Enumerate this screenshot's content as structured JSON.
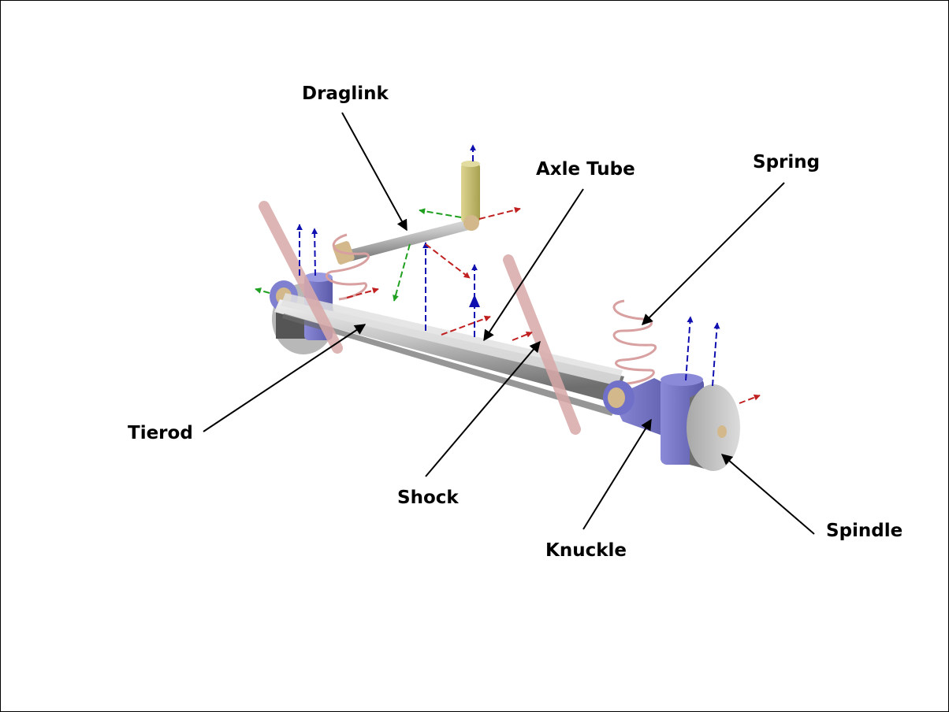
{
  "diagram": {
    "title": "Solid axle front suspension model",
    "labels": [
      {
        "id": "draglink",
        "text": "Draglink"
      },
      {
        "id": "axle-tube",
        "text": "Axle Tube"
      },
      {
        "id": "spring",
        "text": "Spring"
      },
      {
        "id": "tierod",
        "text": "Tierod"
      },
      {
        "id": "shock",
        "text": "Shock"
      },
      {
        "id": "knuckle",
        "text": "Knuckle"
      },
      {
        "id": "spindle",
        "text": "Spindle"
      }
    ],
    "colors": {
      "axle": "#c8c8c8",
      "knuckle": "#7a7ac8",
      "shock": "#d9a9a9",
      "spring": "#d8a0a0",
      "steering_column": "#c8c070",
      "joint": "#d2b88a",
      "frame_z": "#1010b0",
      "frame_x": "#c02020",
      "frame_y": "#20a020",
      "arrow": "#000000"
    }
  }
}
